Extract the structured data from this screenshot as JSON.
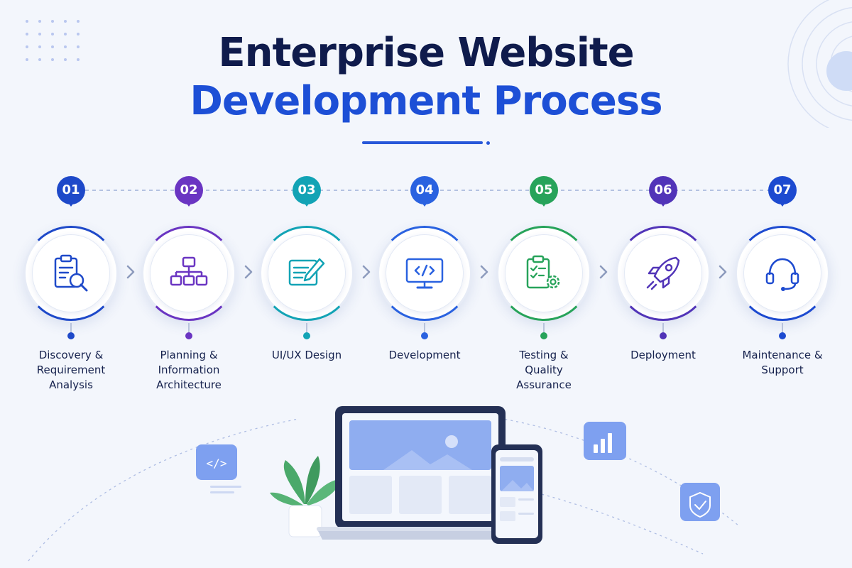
{
  "header": {
    "title_line1": "Enterprise Website",
    "title_line2": "Development Process"
  },
  "steps": [
    {
      "number": "01",
      "label": "Discovery &\nRequirement\nAnalysis",
      "color": "#1e49c9",
      "icon": "clipboard-search-icon"
    },
    {
      "number": "02",
      "label": "Planning &\nInformation\nArchitecture",
      "color": "#6a35c2",
      "icon": "sitemap-icon"
    },
    {
      "number": "03",
      "label": "UI/UX Design",
      "color": "#12a3b5",
      "icon": "design-pencil-icon"
    },
    {
      "number": "04",
      "label": "Development",
      "color": "#2a62e0",
      "icon": "code-monitor-icon"
    },
    {
      "number": "05",
      "label": "Testing &\nQuality\nAssurance",
      "color": "#27a35a",
      "icon": "checklist-gear-icon"
    },
    {
      "number": "06",
      "label": "Deployment",
      "color": "#5134b8",
      "icon": "rocket-icon"
    },
    {
      "number": "07",
      "label": "Maintenance &\nSupport",
      "color": "#1d4ad0",
      "icon": "headset-icon"
    }
  ],
  "colors": {
    "title_dark": "#0f1b4c",
    "title_accent": "#1d4fd6",
    "background": "#f3f6fc"
  }
}
